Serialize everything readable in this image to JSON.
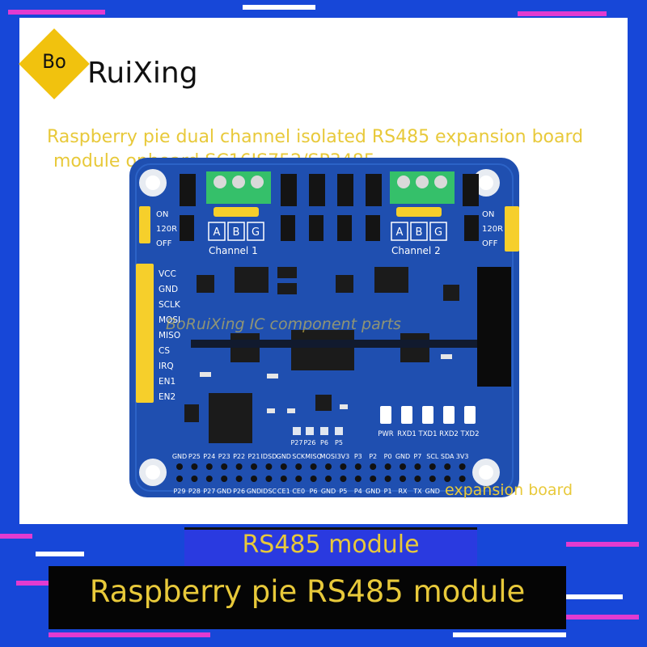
{
  "logo": {
    "mark_text": "Bo",
    "brand": "RuiXing",
    "mark_color": "#f1c20e"
  },
  "headline": {
    "line1": "Raspberry pie dual channel isolated RS485 expansion board",
    "line2": "module onboard SC16IS752/SP3485"
  },
  "watermark": "BoRuiXing IC component parts",
  "captions": {
    "expansion": "expansion board",
    "module": "RS485 module",
    "banner": "Raspberry pie RS485 module"
  },
  "board": {
    "channel1": "Channel  1",
    "channel2": "Channel  2",
    "terminal_labels": [
      "A",
      "B",
      "G"
    ],
    "switch_left": [
      "ON",
      "120R",
      "OFF"
    ],
    "switch_right": [
      "ON",
      "120R",
      "OFF"
    ],
    "header_pins": [
      "VCC",
      "GND",
      "SCLK",
      "MOSI",
      "MISO",
      "CS",
      "IRQ",
      "EN1",
      "EN2"
    ],
    "gpio_top": [
      "GND",
      "P25",
      "P24",
      "P23",
      "P22",
      "P21",
      "IDSD",
      "GND",
      "SCK",
      "MISO",
      "MOSI",
      "3V3",
      "P3",
      "P2",
      "P0",
      "GND",
      "P7",
      "SCL",
      "SDA",
      "3V3"
    ],
    "gpio_bottom": [
      "P29",
      "P28",
      "P27",
      "GND",
      "P26",
      "GND",
      "IDSC",
      "CE1",
      "CE0",
      "P6",
      "GND",
      "P5",
      "P4",
      "GND",
      "P1",
      "RX",
      "TX",
      "GND"
    ],
    "leds": [
      "PWR",
      "RXD1",
      "TXD1",
      "RXD2",
      "TXD2"
    ],
    "test_pads": [
      "P27",
      "P26",
      "P6",
      "P5"
    ],
    "colors": {
      "pcb": "#1f4fb0",
      "terminal": "#35c06a",
      "header": "#f6cf2b"
    }
  }
}
